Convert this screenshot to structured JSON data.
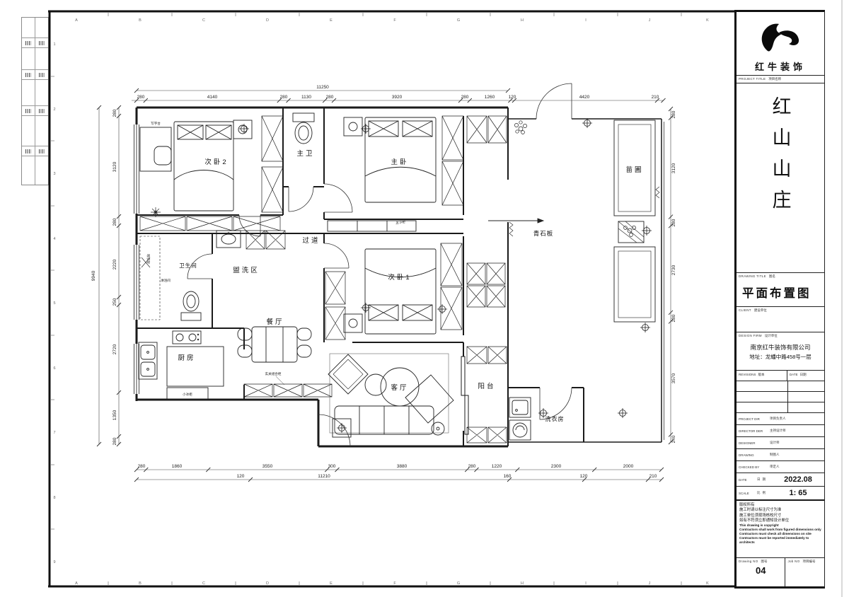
{
  "sheet": {
    "grid_letters": [
      "A",
      "B",
      "C",
      "D",
      "E",
      "F",
      "G",
      "H",
      "I",
      "J",
      "K"
    ],
    "grid_numbers": [
      "1",
      "2",
      "3",
      "4",
      "5",
      "6",
      "7",
      "8",
      "9"
    ]
  },
  "title_block": {
    "brand": "红牛装饰",
    "project": {
      "label_en": "PROJECT TITLE",
      "label_zh": "项目名称",
      "name": "红山山庄"
    },
    "drawing": {
      "label_en": "DRAWING TITLE",
      "label_zh": "图名",
      "title": "平面布置图"
    },
    "client": {
      "label_en": "CLIENT",
      "label_zh": "建设单位"
    },
    "design_firm": {
      "label_en": "DESIGN FIRM",
      "label_zh": "设计单位",
      "name": "南京红牛装饰有限公司",
      "address": "地址：龙蟠中路458号一层"
    },
    "revisions": {
      "label_en": "REVISIONS",
      "label_zh": "版本",
      "date_en": "DATE",
      "date_zh": "日期"
    },
    "personnel": [
      {
        "en": "PROJECT DIR",
        "zh": "项目负责人"
      },
      {
        "en": "DIRECTOR DER",
        "zh": "主持设计师"
      },
      {
        "en": "DESIGNER",
        "zh": "设计师"
      },
      {
        "en": "DRAWING",
        "zh": "制图人"
      },
      {
        "en": "CHECKED BY",
        "zh": "审定人"
      }
    ],
    "date": {
      "en": "DATE",
      "zh": "日期",
      "value": "2022.08"
    },
    "scale": {
      "en": "SCALE",
      "zh": "比例",
      "value": "1: 65"
    },
    "notes_zh": [
      "版权所有",
      "施工时请以标注尺寸为准",
      "施工单位须现场核校尺寸",
      "如有不符须立即通知设计单位"
    ],
    "notes_en": [
      "This drawing is copyright",
      "Contractors shall work from figured dimensions only",
      "Contractors must check all dimensions on site",
      "Contractors must be reported immediately to architects"
    ],
    "drawing_no": {
      "en": "Drawing NO",
      "zh": "图号",
      "value": "04"
    },
    "job_no": {
      "en": "Job NO",
      "zh": "项目编号",
      "value": ""
    }
  },
  "plan": {
    "rooms": {
      "bedroom2": "次卧2",
      "master_bath": "主卫",
      "master_bedroom": "主卧",
      "hallway": "过道",
      "bathroom": "卫生间",
      "wash_area": "盥洗区",
      "bedroom1": "次卧1",
      "dining": "餐厅",
      "kitchen": "厨房",
      "living": "客厅",
      "balcony": "阳台",
      "laundry": "洗衣房",
      "stone_patio": "青石板",
      "nursery": "苗圃"
    },
    "furniture_labels": {
      "desk": "写字台",
      "clothes_rack": "晾衣架",
      "shower": "淋浴间",
      "mini_fridge": "小冰柜",
      "entry_cabinet": "玄关组合柜",
      "dresser": "五斗柜"
    },
    "dims": {
      "top_total": "11250",
      "top": [
        "280",
        "4140",
        "280",
        "1130",
        "280",
        "3920",
        "280",
        "1260",
        "120",
        "4420",
        "210"
      ],
      "left_total": "9940",
      "left": [
        "280",
        "3120",
        "280",
        "2220",
        "250",
        "2720",
        "1350",
        "280"
      ],
      "right": [
        "280",
        "3120",
        "280",
        "2730",
        "280",
        "3570",
        "240"
      ],
      "bottom1": [
        "280",
        "1860",
        "3550",
        "300",
        "3880",
        "280",
        "1220",
        "2300",
        "2000"
      ],
      "bottom2": [
        "120",
        "11210",
        "160",
        "120",
        "210"
      ]
    }
  }
}
